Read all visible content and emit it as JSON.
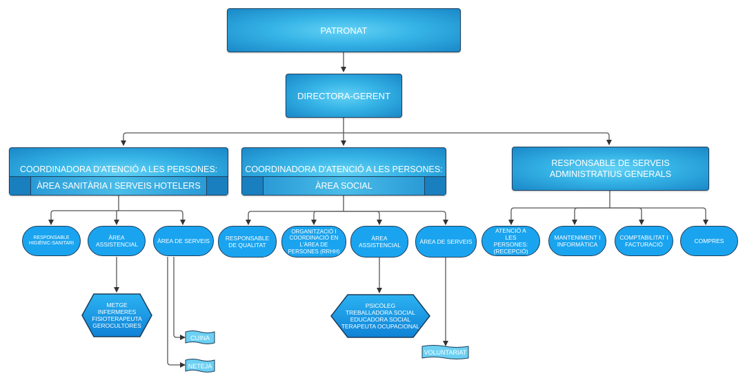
{
  "chart": {
    "top": {
      "patronat": "PATRONAT",
      "directora": "DIRECTORA-GERENT"
    },
    "departments": [
      {
        "title": "COORDINADORA D'ATENCIÓ A LES PERSONES:",
        "subtitle": "ÀREA SANITÀRIA I SERVEIS HOTELERS",
        "units": [
          "RESPONSABLE HIGIÈNIC-SANITARI",
          "ÀREA ASSISTENCIAL",
          "ÀREA DE SERVEIS"
        ],
        "assistencial_staff": [
          "METGE",
          "INFERMERES",
          "FISIOTERAPEUTA",
          "GEROCULTORES"
        ],
        "serveis_items": [
          "CUINA",
          "NETEJA"
        ]
      },
      {
        "title": "COORDINADORA D'ATENCIÓ A LES PERSONES:",
        "subtitle": "ÀREA SOCIAL",
        "units": [
          "RESPONSABLE DE QUALITAT",
          "ORGANITZACIÓ I COORDINACIÓ EN L'ÀREA DE PERSONES (RRHH)",
          "ÀREA ASSISTENCIAL",
          "ÀREA DE SERVEIS"
        ],
        "assistencial_staff": [
          "PSICÒLEG",
          "TREBALLADORA SOCIAL",
          "EDUCADORA SOCIAL",
          "TERAPEUTA OCUPACIONAL"
        ],
        "serveis_items": [
          "VOLUNTARIAT"
        ]
      },
      {
        "title": "RESPONSABLE DE SERVEIS ADMINISTRATIUS GENERALS",
        "units": [
          "ATENCIÓ A LES PERSONES: (RECEPCIÓ)",
          "MANTENIMENT I INFORMÀTICA",
          "COMPTABILITAT I FACTURACIÓ",
          "COMPRES"
        ]
      }
    ]
  },
  "colors": {
    "box_gradient_light": "#64d2f5",
    "box_gradient_dark": "#1a88c8",
    "pill_fill": "#1aa4ef",
    "flag_fill": "#6cd0f2",
    "border": "#1e3f5c",
    "connector": "#444444"
  }
}
